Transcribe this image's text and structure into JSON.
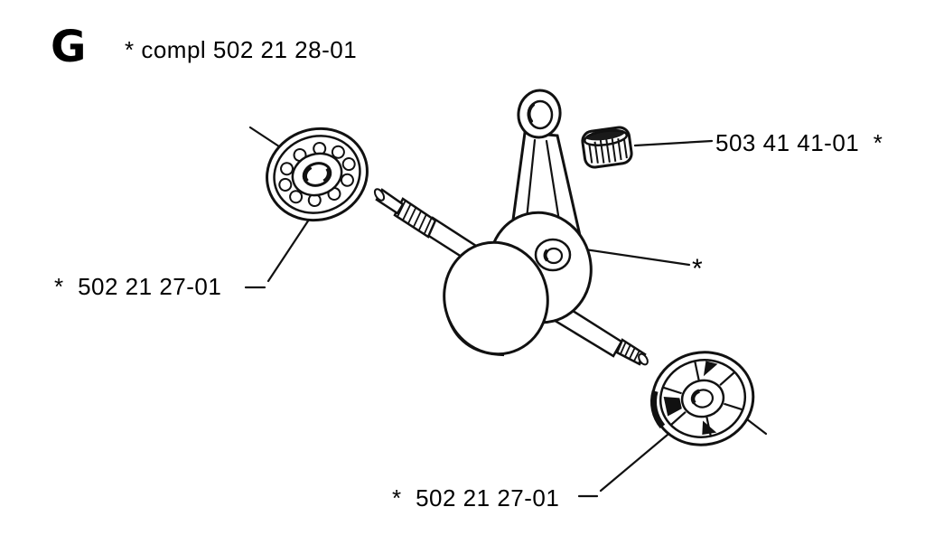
{
  "figure": {
    "letter": "G",
    "assembly_note": "* compl 502 21 28-01"
  },
  "labels": {
    "needle_cage": "503 41 41-01  *",
    "bearing_upper_left": "*  502 21 27-01",
    "crank_pin": "*",
    "bearing_lower_right": "*  502 21 27-01"
  },
  "colors": {
    "line": "#111111",
    "background": "#ffffff"
  }
}
